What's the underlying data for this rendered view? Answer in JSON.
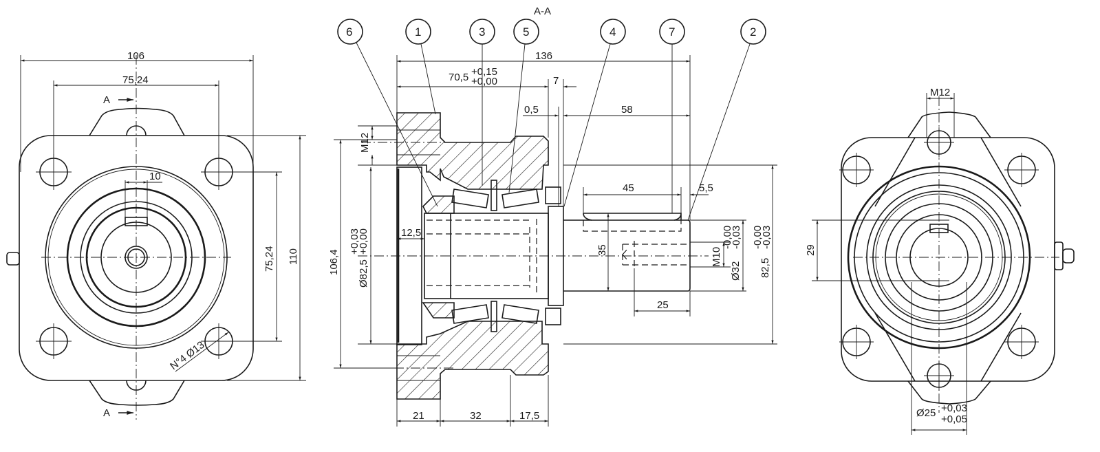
{
  "section_title": "A-A",
  "section_marker": "A",
  "balloons": [
    "6",
    "1",
    "3",
    "5",
    "4",
    "7",
    "2"
  ],
  "left_view": {
    "overall_width": "106",
    "bolt_spacing_h": "75,24",
    "bolt_spacing_v": "75,24",
    "overall_height": "110",
    "key_width": "10",
    "holes_note": "N°4 Ø13"
  },
  "section_view": {
    "overall_length": "136",
    "bearing_seat": "70,5",
    "bearing_seat_tol_upper": "+0,15",
    "bearing_seat_tol_lower": "+0,00",
    "gap_7": "7",
    "gap_05": "0,5",
    "shaft_length": "58",
    "thread_m12": "M12",
    "flange_height": "106,4",
    "bore_dia": "Ø82,5",
    "bore_tol_upper": "+0,03",
    "bore_tol_lower": "+0,00",
    "spigot": "12,5",
    "key_length": "45",
    "key_offset": "5,5",
    "key_height": "35",
    "thread_m10": "M10",
    "shaft_dia": "Ø32",
    "shaft_tol_upper": "-0,00",
    "shaft_tol_lower": "-0,03",
    "pilot_dia": "82,5",
    "pilot_tol_upper": "-0,00",
    "pilot_tol_lower": "-0,03",
    "thread_depth": "25",
    "seg_1": "21",
    "seg_2": "32",
    "seg_3": "17,5"
  },
  "right_view": {
    "thread_m12": "M12",
    "key_dim": "29",
    "bore_dia": "Ø25",
    "bore_tol_upper": "+0,03",
    "bore_tol_lower": "+0,05"
  }
}
